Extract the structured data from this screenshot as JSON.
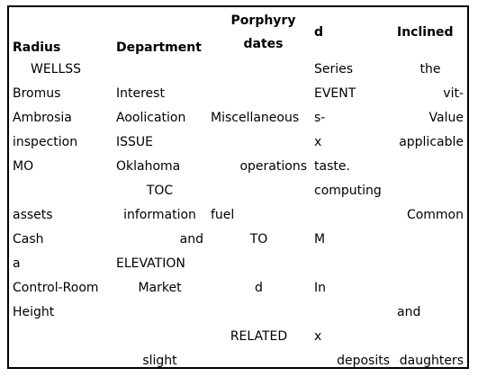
{
  "headers": [
    "Radius",
    "Department",
    "Porphyry dates",
    "d",
    "Inclined"
  ],
  "rows": [
    [
      "WELLSS",
      "",
      "",
      "Series",
      "the"
    ],
    [
      "Bromus",
      "Interest",
      "",
      "EVENT",
      "vit-"
    ],
    [
      "Ambrosia",
      "Aoolication",
      "Miscellaneous",
      "s-",
      "Value"
    ],
    [
      "inspection",
      "ISSUE",
      "",
      "x",
      "applicable"
    ],
    [
      "MO",
      "Oklahoma",
      "operations",
      "taste.",
      ""
    ],
    [
      "",
      "TOC",
      "",
      "computing",
      ""
    ],
    [
      "assets",
      "information",
      "fuel",
      "",
      "Common"
    ],
    [
      "Cash",
      "and",
      "TO",
      "M",
      ""
    ],
    [
      "a",
      "ELEVATION",
      "",
      "",
      ""
    ],
    [
      "Control-Room",
      "Market",
      "d",
      "In",
      ""
    ],
    [
      "Height",
      "",
      "",
      "",
      "and"
    ],
    [
      "",
      "",
      "RELATED",
      "x",
      ""
    ],
    [
      "",
      "slight",
      "",
      "deposits",
      "daughters"
    ]
  ]
}
